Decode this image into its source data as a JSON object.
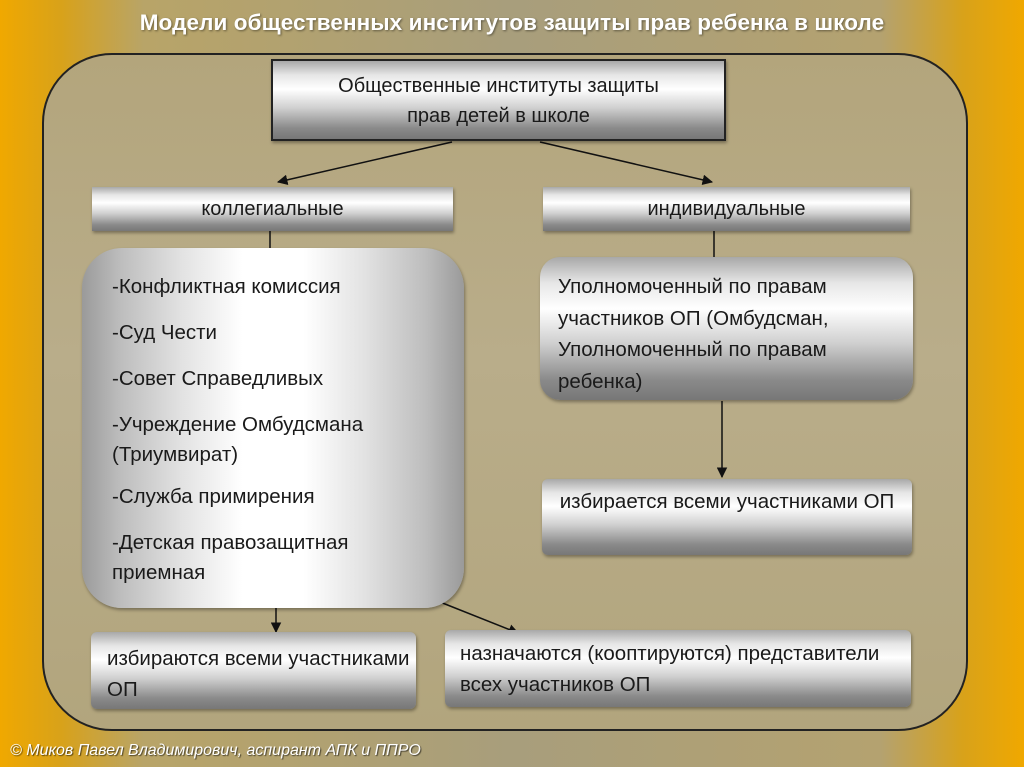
{
  "title": "Модели общественных институтов защиты прав ребенка в школе",
  "root": {
    "line1": "Общественные институты защиты",
    "line2": "прав детей в школе"
  },
  "branches": {
    "left": "коллегиальные",
    "right": "индивидуальные"
  },
  "collegial_list": [
    "-Конфликтная комиссия",
    "-Суд Чести",
    "-Совет Справедливых",
    "-Учреждение Омбудсмана (Триумвират)",
    "-Служба примирения",
    "-Детская правозащитная приемная"
  ],
  "ombudsman": "Уполномоченный по правам участников ОП (Омбудсман, Уполномоченный по правам ребенка)",
  "elected_individual": "избирается всеми участниками ОП",
  "elected_collegial": "избираются всеми участниками ОП",
  "appointed": "назначаются (кооптируются) представители всех участников ОП",
  "footer": "© Миков Павел Владимирович, аспирант АПК и ППРО"
}
